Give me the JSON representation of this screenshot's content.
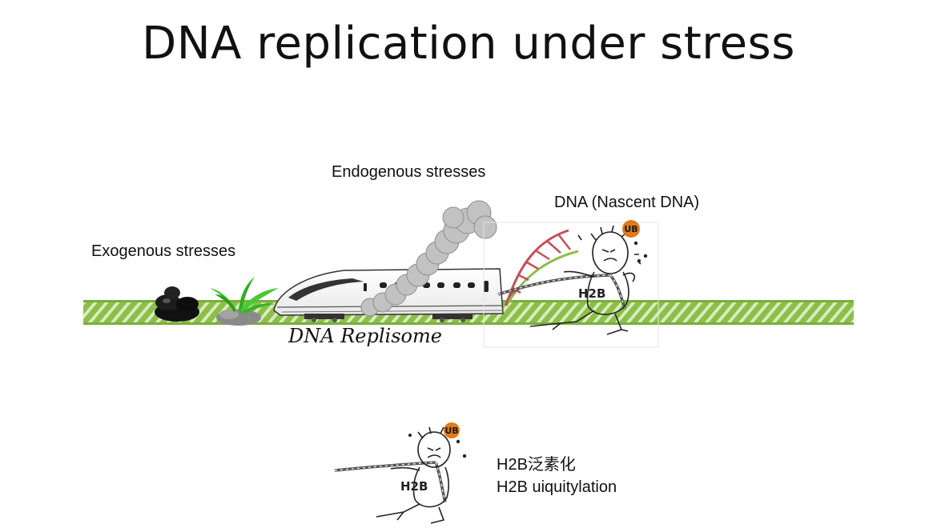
{
  "title": "DNA replication under stress",
  "labels": {
    "exogenous": "Exogenous stresses",
    "endogenous": "Endogenous stresses",
    "dna": "DNA (Nascent DNA)",
    "replisome": "DNA Replisome"
  },
  "figure": {
    "ub_badge": "UB",
    "h2b_badge": "H2B"
  },
  "legend": {
    "ub_badge": "UB",
    "h2b_badge": "H2B",
    "line1": "H2B泛素化",
    "line2": "H2B uiquitylation"
  },
  "colors": {
    "track_green": "#8cbf4a",
    "track_ties": "#d9ecbf",
    "dna_red": "#c0505a",
    "dna_green": "#8cbf4a",
    "ub_orange": "#e07a1a",
    "smoke": "#bdbdbd"
  }
}
